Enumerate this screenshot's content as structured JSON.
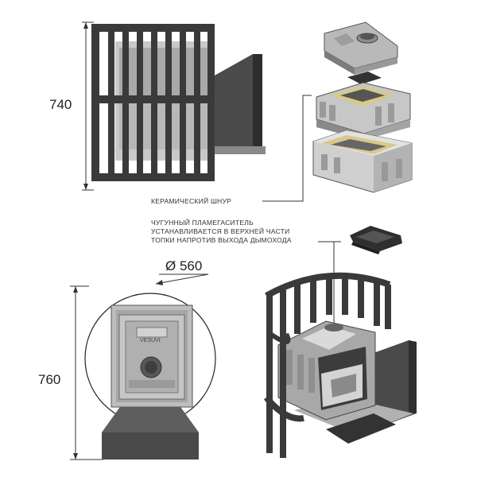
{
  "dimensions": {
    "height_top": "740",
    "height_bottom": "760",
    "diameter": "Ø 560"
  },
  "notes": {
    "ceramic_cord": "КЕРАМИЧЕСКИЙ ШНУР",
    "flame_arrester_line1": "ЧУГУННЫЙ ПЛАМЕГАСИТЕЛЬ",
    "flame_arrester_line2": "УСТАНАВЛИВАЕТСЯ В ВЕРХНЕЙ ЧАСТИ",
    "flame_arrester_line3": "ТОПКИ НАПРОТИВ ВЫХОДА ДЫМОХОДА"
  },
  "door_brand": "VESUVI",
  "colors": {
    "metal_dark": "#3a3a3a",
    "metal_mid": "#6e6e6e",
    "metal_light": "#b5b5b5",
    "ceramic_cord": "#d8c98a"
  }
}
